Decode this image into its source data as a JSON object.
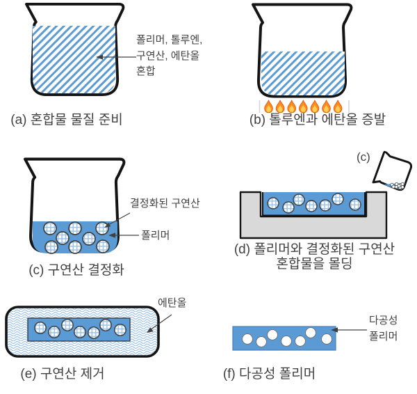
{
  "figure": {
    "colors": {
      "liquid_blue": "#5B9BD5",
      "hatch_blue": "#5B9BD5",
      "grid_blue": "#9DC3E6",
      "wave_blue": "#9CC2E4",
      "mold_gray": "#D9D9D9",
      "outline_black": "#141414",
      "text_gray": "#3F3F3F",
      "flame_body_orange": "#FB8C1E",
      "flame_edge_orange": "#E8500A",
      "flame_inner_yellow": "#FFCE54"
    },
    "panels": {
      "a": {
        "caption": "(a) 혼합물 물질 준비",
        "annotation": "폴리머, 톨루엔,\n구연산, 에탄올\n혼합"
      },
      "b": {
        "caption": "(b) 톨루엔과 에탄올 증발",
        "flame_count": 7
      },
      "c": {
        "caption": "(c) 구연산 결정화",
        "annotation_crystal": "결정화된 구연산",
        "annotation_polymer": "폴리머",
        "particles": [
          [
            72,
            328
          ],
          [
            108,
            328
          ],
          [
            147,
            328
          ],
          [
            90,
            342
          ],
          [
            128,
            343
          ],
          [
            74,
            355
          ],
          [
            108,
            355
          ],
          [
            148,
            354
          ]
        ]
      },
      "d": {
        "caption": "(d) 폴리머와 결정화된 구연산\n혼합물을 몰딩",
        "pour_label": "(c)",
        "particles": [
          [
            393,
            292
          ],
          [
            415,
            298
          ],
          [
            430,
            287
          ],
          [
            448,
            296
          ],
          [
            468,
            295
          ],
          [
            486,
            286
          ],
          [
            511,
            294
          ]
        ],
        "pour_particles": [
          [
            549,
            252
          ],
          [
            552,
            258
          ],
          [
            548,
            259
          ],
          [
            553,
            264
          ],
          [
            549,
            264.5
          ],
          [
            555,
            266
          ],
          [
            551,
            267.5
          ],
          [
            547,
            255
          ],
          [
            551,
            262
          ]
        ]
      },
      "e": {
        "caption": "(e) 구연산 제거",
        "annotation": "에탄올",
        "particles": [
          [
            58,
            471
          ],
          [
            78,
            477
          ],
          [
            97,
            467
          ],
          [
            115,
            477
          ],
          [
            135,
            478
          ],
          [
            152,
            467
          ],
          [
            173,
            474
          ]
        ]
      },
      "f": {
        "caption": "(f) 다공성 폴리머",
        "annotation": "다공성\n폴리머",
        "pores": [
          [
            356,
            487
          ],
          [
            376,
            491
          ],
          [
            392,
            481
          ],
          [
            412,
            490
          ],
          [
            432,
            490
          ],
          [
            447,
            478
          ],
          [
            470,
            487
          ]
        ]
      }
    }
  }
}
